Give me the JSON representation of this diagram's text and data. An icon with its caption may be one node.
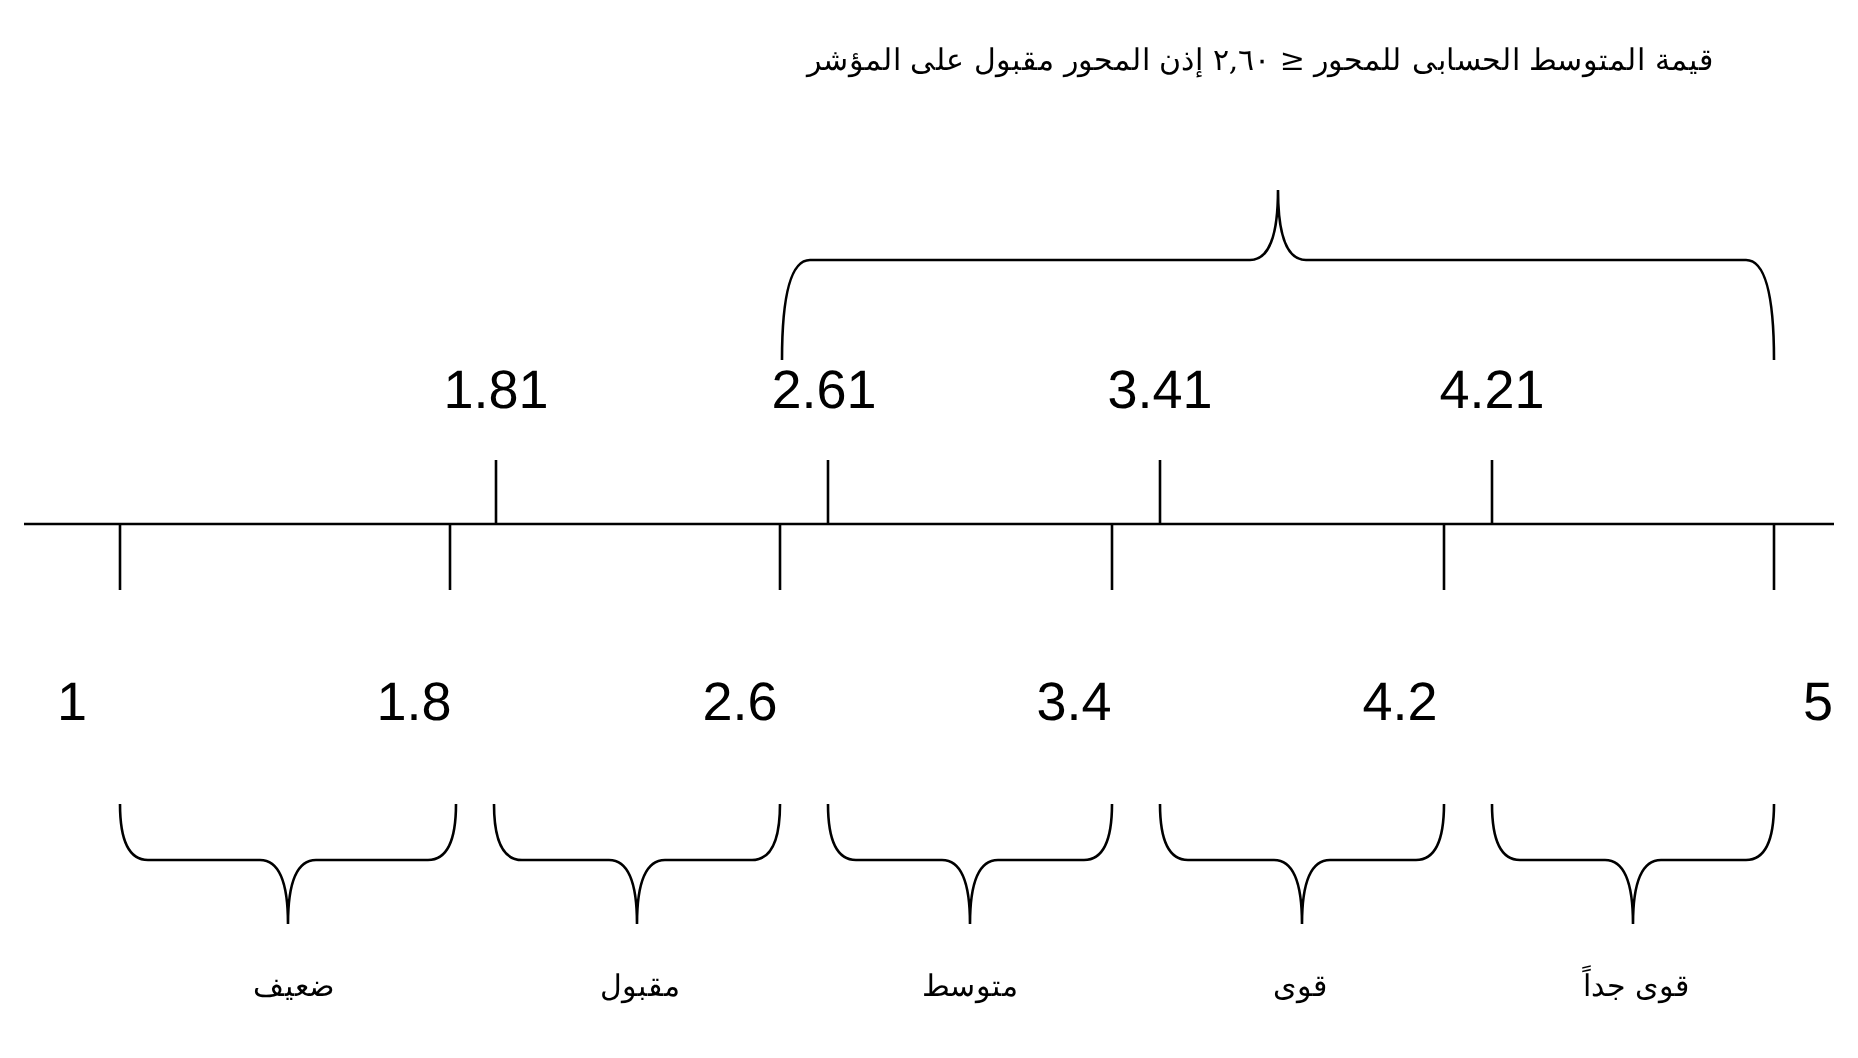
{
  "diagram": {
    "labels": [
      "قيمة المتوسط الحسابى للمحور ≤ ٢,٦٠ إذن المحور مقبول على المؤشر",
      "1.81",
      "2.61",
      "3.41",
      "4.21",
      "1",
      "1.8",
      "2.6",
      "3.4",
      "4.2",
      "5",
      "ضعيف",
      "مقبول",
      "متوسط",
      "قوى",
      "قوى جداً"
    ]
  }
}
